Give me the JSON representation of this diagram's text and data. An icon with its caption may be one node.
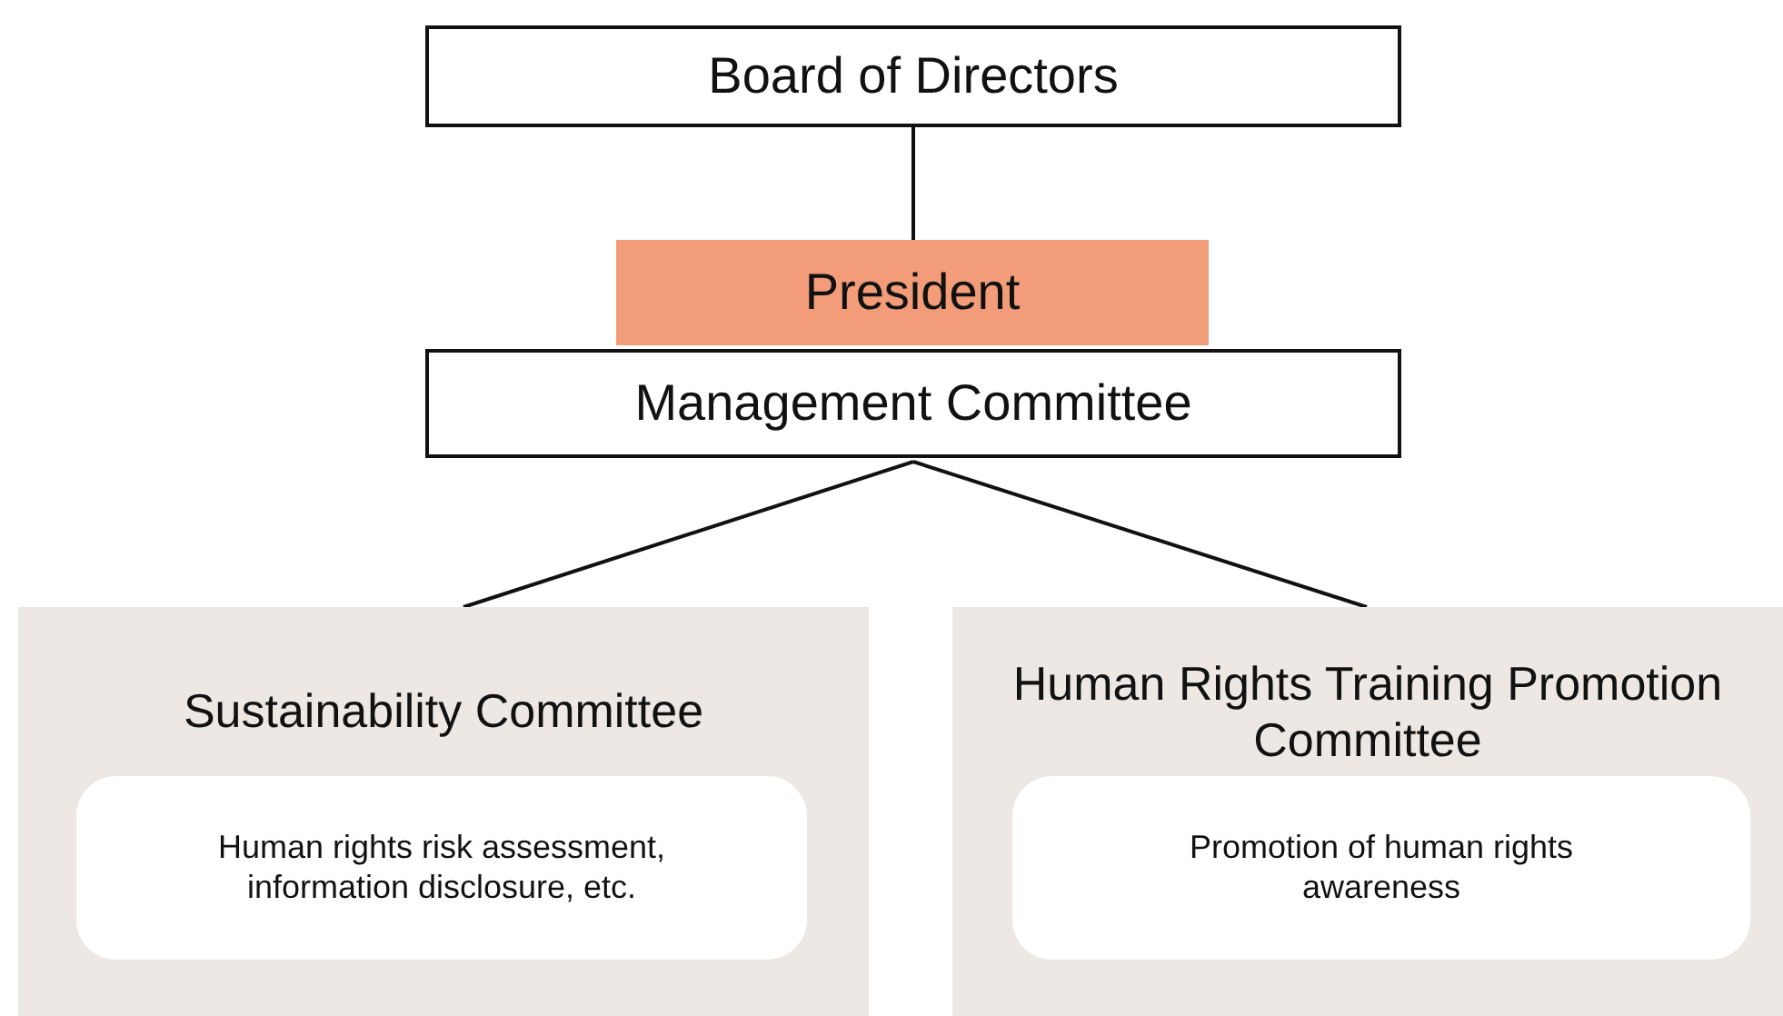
{
  "diagram": {
    "nodes": [
      {
        "text": [
          "Board of Directors"
        ]
      },
      {
        "text": [
          "President"
        ]
      },
      {
        "text": [
          "Management Committee"
        ]
      },
      {
        "text": [
          "Sustainability Committee"
        ]
      },
      {
        "text": [
          "Human rights risk assessment, information disclosure, etc."
        ],
        "in": 3
      },
      {
        "text": [
          "Human Rights Training Promotion Committee"
        ]
      },
      {
        "text": [
          "Promotion of human rights awareness"
        ],
        "in": 5
      }
    ],
    "edges": [
      {
        "from": 0,
        "to": 1,
        "arrow": "none"
      },
      {
        "from": 2,
        "to": 3,
        "arrow": "none"
      },
      {
        "from": 2,
        "to": 5,
        "arrow": "none"
      }
    ]
  }
}
